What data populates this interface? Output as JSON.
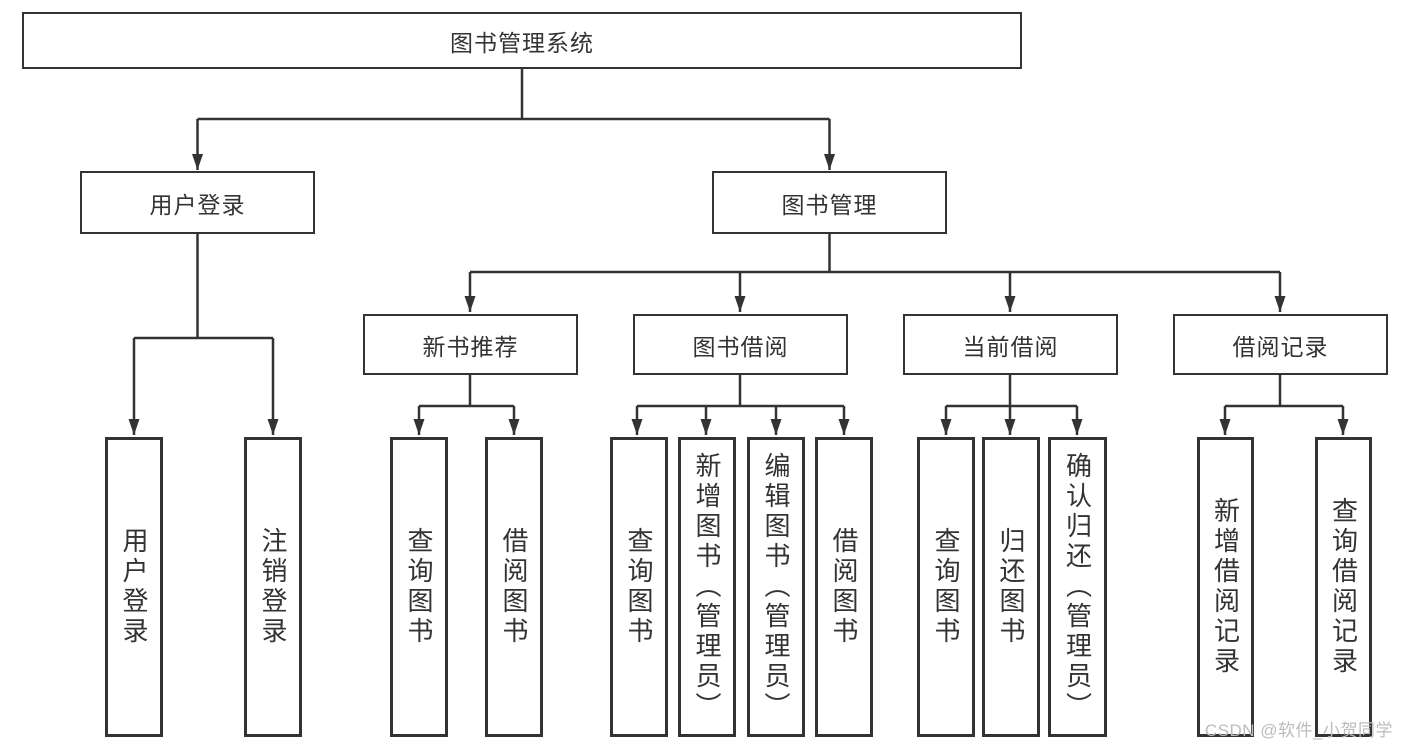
{
  "diagram_title": "图书管理系统",
  "nodes": {
    "root": "图书管理系统",
    "user_login": "用户登录",
    "book_mgmt": "图书管理",
    "new_book": "新书推荐",
    "book_borrow": "图书借阅",
    "current_borrow": "当前借阅",
    "borrow_record": "借阅记录"
  },
  "leaves": {
    "user_login": [
      "用户登录",
      "注销登录"
    ],
    "new_book": [
      "查询图书",
      "借阅图书"
    ],
    "book_borrow": [
      "查询图书",
      "新增图书（管理员）",
      "编辑图书（管理员）",
      "借阅图书"
    ],
    "current_borrow": [
      "查询图书",
      "归还图书",
      "确认归还（管理员）"
    ],
    "borrow_record": [
      "新增借阅记录",
      "查询借阅记录"
    ]
  },
  "watermark": "CSDN @软件_小贺同学",
  "colors": {
    "line": "#333333",
    "text": "#333333",
    "box_background": "#ffffff",
    "watermark": "#bcbcbc",
    "background": "#ffffff"
  }
}
